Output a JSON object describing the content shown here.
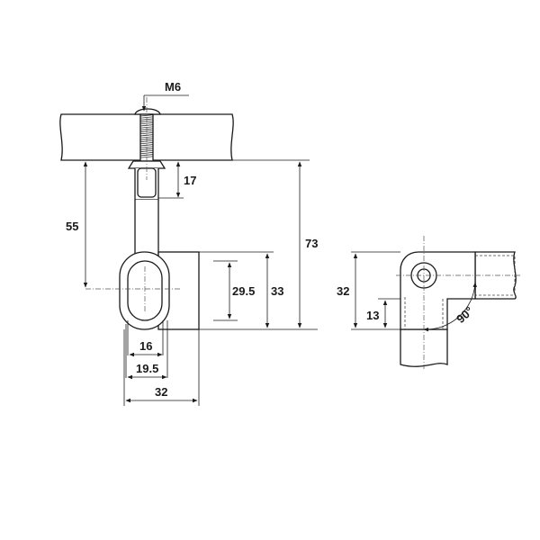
{
  "labels": {
    "thread": "M6",
    "dim_17": "17",
    "dim_55": "55",
    "dim_73": "73",
    "dim_29_5": "29.5",
    "dim_33": "33",
    "dim_16": "16",
    "dim_19_5": "19.5",
    "dim_32_front": "32",
    "dim_32_side": "32",
    "dim_13": "13",
    "angle_90": "90°"
  }
}
